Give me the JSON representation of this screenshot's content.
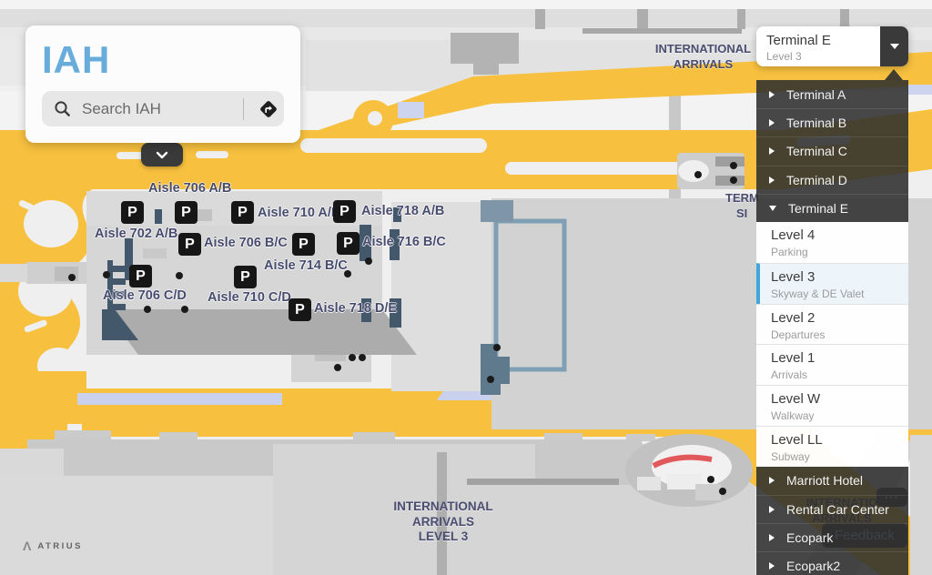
{
  "brand": {
    "logo_text": "IAH",
    "footer_brand": "ATRIUS",
    "footer_mark": "Λ"
  },
  "search": {
    "placeholder": "Search IAH"
  },
  "selector": {
    "header": {
      "title": "Terminal E",
      "subtitle": "Level 3"
    },
    "terminals": [
      {
        "label": "Terminal A",
        "expanded": false
      },
      {
        "label": "Terminal B",
        "expanded": false
      },
      {
        "label": "Terminal C",
        "expanded": false
      },
      {
        "label": "Terminal D",
        "expanded": false
      },
      {
        "label": "Terminal E",
        "expanded": true
      }
    ],
    "levels": [
      {
        "label": "Level 4",
        "sublabel": "Parking",
        "selected": false
      },
      {
        "label": "Level 3",
        "sublabel": "Skyway & DE Valet",
        "selected": true
      },
      {
        "label": "Level 2",
        "sublabel": "Departures",
        "selected": false
      },
      {
        "label": "Level 1",
        "sublabel": "Arrivals",
        "selected": false
      },
      {
        "label": "Level W",
        "sublabel": "Walkway",
        "selected": false
      },
      {
        "label": "Level LL",
        "sublabel": "Subway",
        "selected": false
      }
    ],
    "places": [
      "Marriott Hotel",
      "Rental Car Center",
      "Ecopark",
      "Ecopark2"
    ]
  },
  "map": {
    "parking_glyph": "P",
    "labels": {
      "aisles": [
        "Aisle 706 A/B",
        "Aisle 702 A/B",
        "Aisle 710 A/B",
        "Aisle 718 A/B",
        "Aisle 706 B/C",
        "Aisle 716 B/C",
        "Aisle 714 B/C",
        "Aisle 706 C/D",
        "Aisle 710 C/D",
        "Aisle 718 D/E"
      ],
      "intl_arrivals_top": [
        "INTERNATIONAL",
        "ARRIVALS"
      ],
      "intl_arrivals_level3": [
        "INTERNATIONAL",
        "ARRIVALS",
        "LEVEL 3"
      ],
      "intl_arrivals_behind_panel": [
        "INTERNATIO",
        "ARRIVALS"
      ],
      "terminal_fragment_line1": "TERM",
      "terminal_fragment_line2": "SI"
    },
    "colors": {
      "road_yellow": "#F7C03E",
      "label_navy": "#474B6E",
      "marker_black": "#161616",
      "skyway_blue": "#7FA0B4",
      "structure_teal": "#44586C",
      "red_accent": "#E2595C",
      "logo_blue": "#68ACDB",
      "selected_blue": "#43A6DB"
    }
  },
  "feedback": {
    "label": "Feedback",
    "more": "•••"
  }
}
